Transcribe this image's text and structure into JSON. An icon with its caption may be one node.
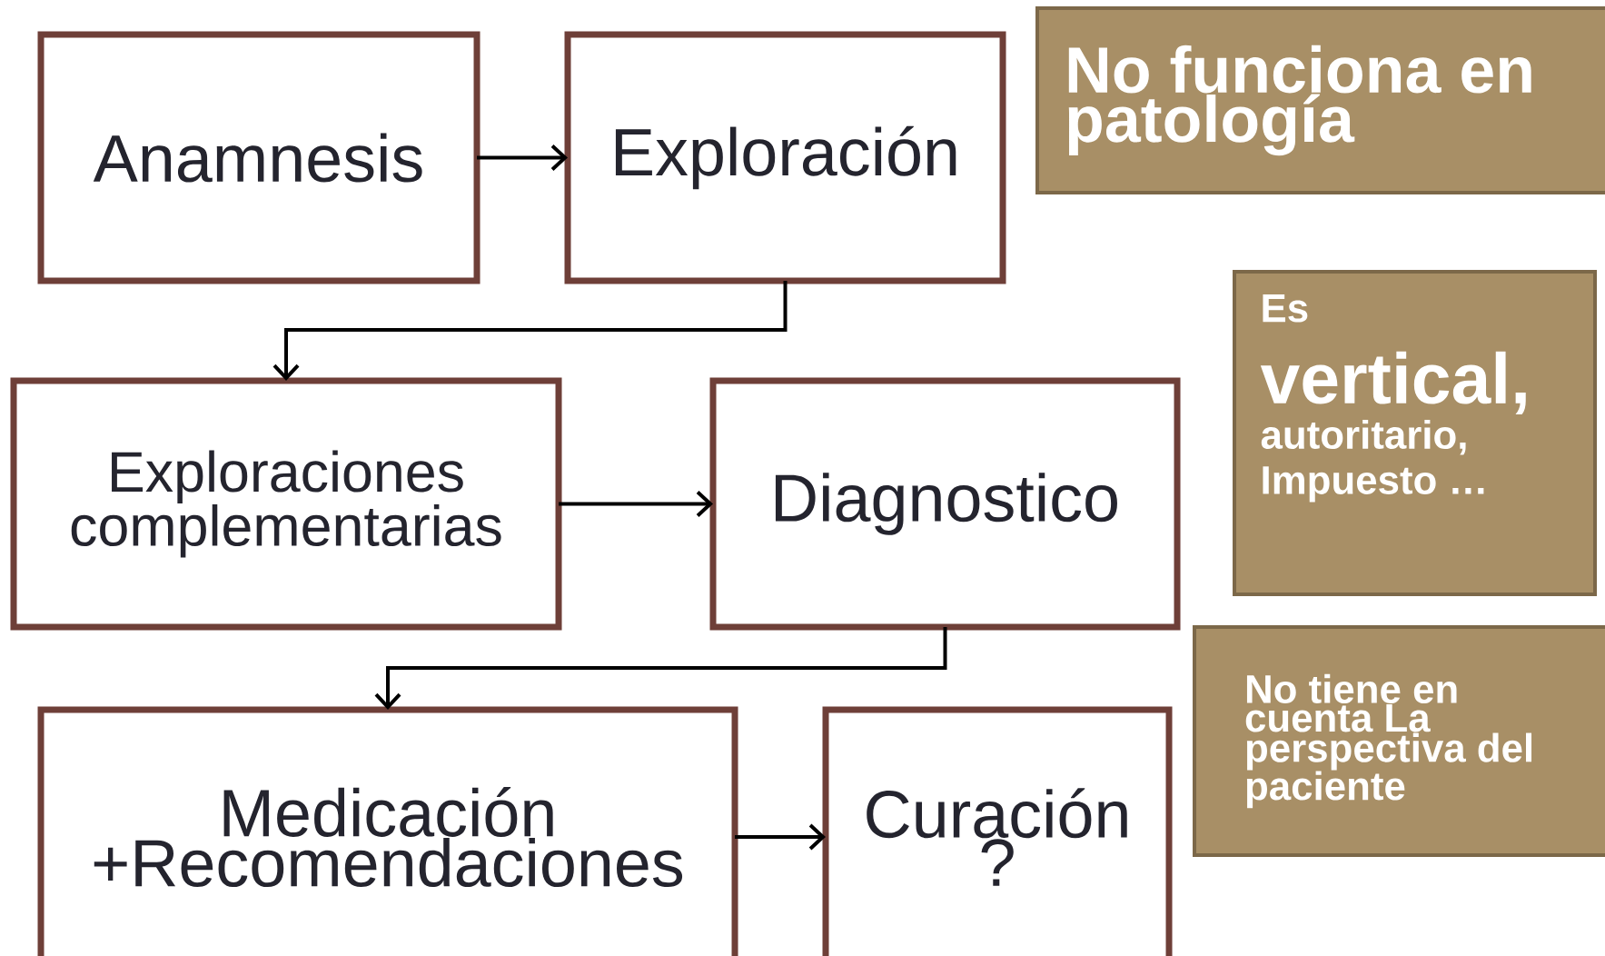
{
  "diagram": {
    "nodes": [
      {
        "text": [
          "Anamnesis"
        ]
      },
      {
        "text": [
          "Exploración"
        ]
      },
      {
        "text": [
          "Exploraciones complementarias"
        ]
      },
      {
        "text": [
          "Diagnostico"
        ]
      },
      {
        "text": [
          "Medicación +Recomendaciones"
        ]
      },
      {
        "text": [
          "Curación ?"
        ]
      },
      {
        "text": [
          "No funciona en patología"
        ]
      },
      {
        "text": [
          "Es",
          "vertical,",
          "autoritario, Impuesto …"
        ]
      },
      {
        "text": [
          "No tiene en cuenta La perspectiva del paciente"
        ]
      }
    ],
    "edges": [
      {
        "from": 0,
        "to": 1,
        "arrow": "to"
      },
      {
        "from": 1,
        "to": 2,
        "arrow": "to"
      },
      {
        "from": 2,
        "to": 3,
        "arrow": "to"
      },
      {
        "from": 3,
        "to": 4,
        "arrow": "to"
      },
      {
        "from": 4,
        "to": 5,
        "arrow": "to"
      }
    ]
  }
}
